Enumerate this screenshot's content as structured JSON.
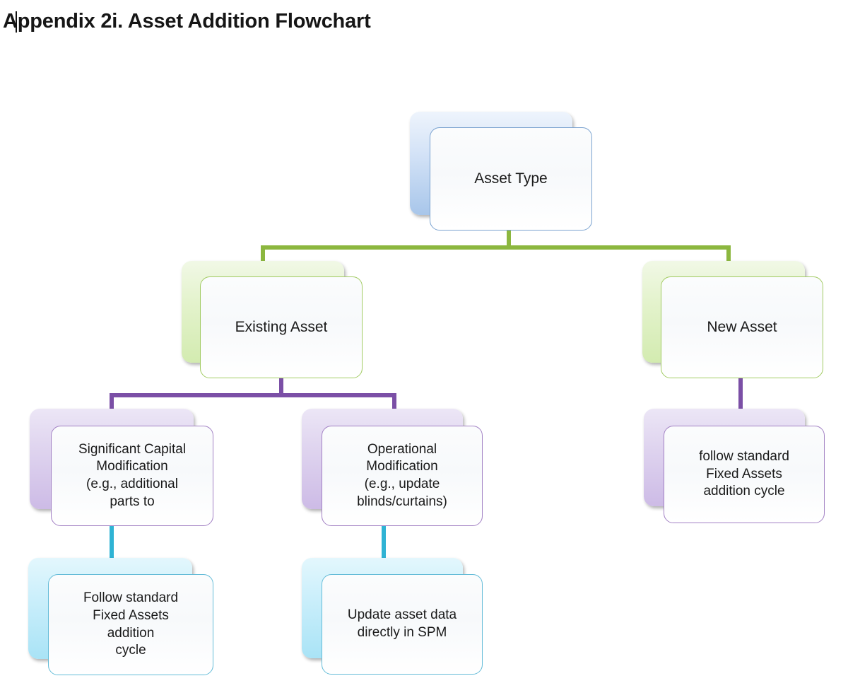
{
  "page": {
    "title": "Appendix 2i. Asset Addition Flowchart",
    "caret_visible": true,
    "background": "#ffffff"
  },
  "palette": {
    "blue_border": "#7ba3d0",
    "blue_fill": "#a8c6ea",
    "green_border": "#a2cb63",
    "green_fill": "#d3ebb0",
    "green_connector": "#8cb73f",
    "purple_border": "#a281c4",
    "purple_fill": "#cdbbe6",
    "purple_connector": "#7b4fa6",
    "cyan_border": "#64bcd8",
    "cyan_fill": "#a9e3f6",
    "cyan_connector": "#2fb3d4",
    "text": "#1a1a1a"
  },
  "chart_data": {
    "type": "flowchart",
    "title": "Appendix 2i. Asset Addition Flowchart",
    "orientation": "top-down",
    "nodes": [
      {
        "id": "asset-type",
        "label": "Asset Type",
        "level": 0,
        "color": "blue"
      },
      {
        "id": "existing-asset",
        "label": "Existing Asset",
        "level": 1,
        "color": "green"
      },
      {
        "id": "new-asset",
        "label": "New Asset",
        "level": 1,
        "color": "green"
      },
      {
        "id": "significant-capital-mod",
        "label": "Significant Capital Modification (e.g., additional parts to",
        "level": 2,
        "color": "purple"
      },
      {
        "id": "operational-mod",
        "label": "Operational Modification (e.g., update blinds/curtains)",
        "level": 2,
        "color": "purple"
      },
      {
        "id": "new-asset-followup",
        "label": "follow standard Fixed Assets addition cycle",
        "level": 2,
        "color": "purple"
      },
      {
        "id": "follow-standard-cycle",
        "label": "Follow standard Fixed Assets addition cycle",
        "level": 3,
        "color": "cyan"
      },
      {
        "id": "update-asset-data",
        "label": "Update asset data directly in SPM",
        "level": 3,
        "color": "cyan"
      }
    ],
    "edges": [
      {
        "from": "asset-type",
        "to": "existing-asset",
        "color": "green"
      },
      {
        "from": "asset-type",
        "to": "new-asset",
        "color": "green"
      },
      {
        "from": "existing-asset",
        "to": "significant-capital-mod",
        "color": "purple"
      },
      {
        "from": "existing-asset",
        "to": "operational-mod",
        "color": "purple"
      },
      {
        "from": "new-asset",
        "to": "new-asset-followup",
        "color": "purple"
      },
      {
        "from": "significant-capital-mod",
        "to": "follow-standard-cycle",
        "color": "cyan"
      },
      {
        "from": "operational-mod",
        "to": "update-asset-data",
        "color": "cyan"
      }
    ]
  },
  "nodes": {
    "asset_type": {
      "label": "Asset Type"
    },
    "existing_asset": {
      "label": "Existing Asset"
    },
    "new_asset": {
      "label": "New Asset"
    },
    "significant_capital_mod": {
      "line1": "Significant Capital",
      "line2": "Modification",
      "line3": "(e.g., additional",
      "line4": "parts to"
    },
    "operational_mod": {
      "line1": "Operational",
      "line2": "Modification",
      "line3": "(e.g., update",
      "line4": "blinds/curtains)"
    },
    "new_asset_followup": {
      "line1": "follow standard",
      "line2": "Fixed Assets",
      "line3": "addition cycle"
    },
    "follow_standard_cycle": {
      "line1": "Follow standard",
      "line2": "Fixed Assets",
      "line3": "addition",
      "line4": "cycle"
    },
    "update_asset_data": {
      "line1": "Update asset data",
      "line2": "directly in SPM"
    }
  }
}
